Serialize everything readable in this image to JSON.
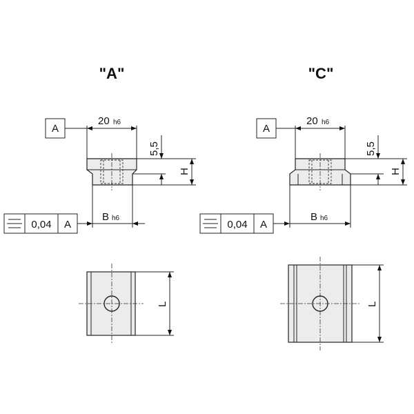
{
  "views": [
    {
      "title": "\"A\"",
      "datum_label": "A",
      "top_dim_value": "20",
      "top_dim_tol": "h6",
      "small_dim": "5,5",
      "height_dim": "H",
      "base_dim_value": "B",
      "base_dim_tol": "h6",
      "tolerance_value": "0,04",
      "tolerance_datum": "A",
      "length_dim": "L"
    },
    {
      "title": "\"C\"",
      "datum_label": "A",
      "top_dim_value": "20",
      "top_dim_tol": "h6",
      "small_dim": "5,5",
      "height_dim": "H",
      "base_dim_value": "B",
      "base_dim_tol": "h6",
      "tolerance_value": "0,04",
      "tolerance_datum": "A",
      "length_dim": "L"
    }
  ]
}
